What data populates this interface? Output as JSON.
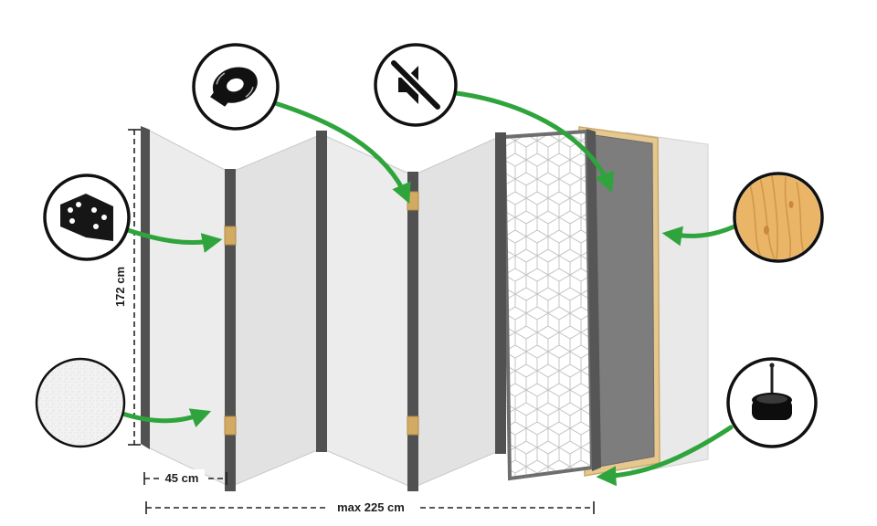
{
  "diagram": {
    "type": "product-infographic",
    "subject": "folding-room-divider-exploded-view",
    "dimensions": {
      "height_label": "172 cm",
      "panel_width_label": "45 cm",
      "total_width_label": "max 225 cm"
    },
    "callout_icons": [
      {
        "id": "tape-icon",
        "meaning": "adhesive-tape-roll"
      },
      {
        "id": "mute-icon",
        "meaning": "sound-dampening-muted-speaker"
      },
      {
        "id": "hinge-icon",
        "meaning": "metal-hinge"
      },
      {
        "id": "texture-icon",
        "meaning": "non-woven-surface-sample"
      },
      {
        "id": "wood-icon",
        "meaning": "wooden-board-sample"
      },
      {
        "id": "felt-pad-icon",
        "meaning": "felt-pad-with-pin-foot"
      }
    ],
    "colors": {
      "arrow_green": "#2fa43c",
      "panel_light": "#ececec",
      "panel_mid": "#e2e2e2",
      "panel_edge_dark": "#515151",
      "hinge_gold": "#d3aa62",
      "board_gray": "#7d7d7d",
      "wood_frame": "#e6c88f",
      "back_panel": "#e9e9e9",
      "pattern_line": "#c4c4c4",
      "outline_black": "#111111"
    }
  }
}
